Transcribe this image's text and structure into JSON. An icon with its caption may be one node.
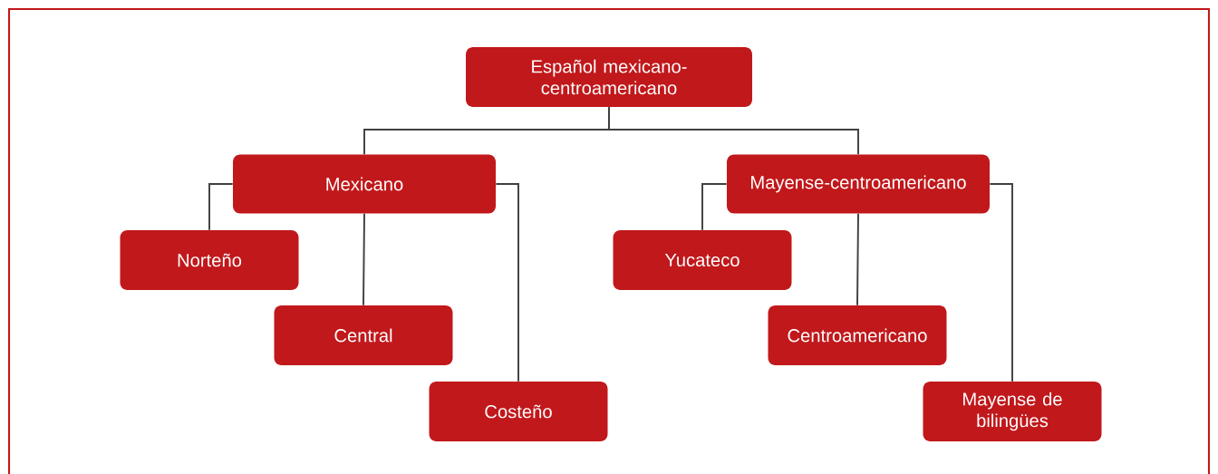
{
  "diagram": {
    "nodes": [
      {
        "text": [
          "Español mexicano-centroamericano"
        ]
      },
      {
        "text": [
          "Mexicano"
        ]
      },
      {
        "text": [
          "Norteño"
        ]
      },
      {
        "text": [
          "Central"
        ]
      },
      {
        "text": [
          "Costeño"
        ]
      },
      {
        "text": [
          "Mayense-centroamericano"
        ]
      },
      {
        "text": [
          "Yucateco"
        ]
      },
      {
        "text": [
          "Centroamericano"
        ]
      },
      {
        "text": [
          "Mayense de bilingües"
        ]
      }
    ],
    "edges": [
      {
        "from": 0,
        "to": 1,
        "arrow": "none"
      },
      {
        "from": 0,
        "to": 5,
        "arrow": "none"
      },
      {
        "from": 1,
        "to": 2,
        "arrow": "none"
      },
      {
        "from": 1,
        "to": 3,
        "arrow": "none"
      },
      {
        "from": 1,
        "to": 4,
        "arrow": "none"
      },
      {
        "from": 5,
        "to": 6,
        "arrow": "none"
      },
      {
        "from": 5,
        "to": 7,
        "arrow": "none"
      },
      {
        "from": 5,
        "to": 8,
        "arrow": "none"
      }
    ]
  }
}
